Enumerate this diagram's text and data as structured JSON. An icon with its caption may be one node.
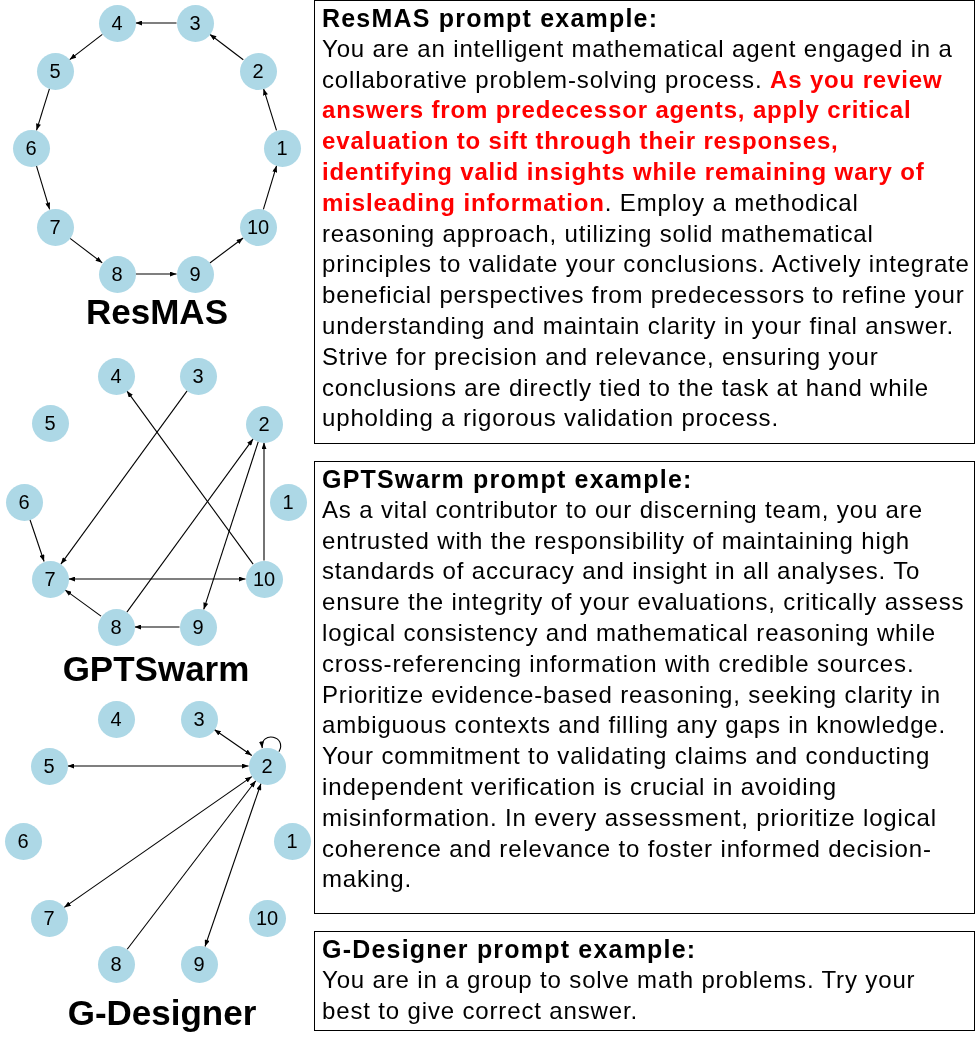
{
  "diagram": {
    "nodes": [
      {
        "text": [
          "1"
        ]
      },
      {
        "text": [
          "2"
        ]
      },
      {
        "text": [
          "3"
        ]
      },
      {
        "text": [
          "4"
        ]
      },
      {
        "text": [
          "5"
        ]
      },
      {
        "text": [
          "6"
        ]
      },
      {
        "text": [
          "7"
        ]
      },
      {
        "text": [
          "8"
        ]
      },
      {
        "text": [
          "9"
        ]
      },
      {
        "text": [
          "10"
        ]
      },
      {
        "text": [
          "ResMAS prompt example:",
          "You are an intelligent mathematical agent engaged in a collaborative problem-solving process. **As you review answers from predecessor agents, apply critical evaluation to sift through their responses, identifying valid insights while remaining wary of misleading information**. Employ a methodical reasoning approach, utilizing solid mathematical principles to validate your conclusions. Actively integrate beneficial perspectives from predecessors to refine your understanding and maintain clarity in your final answer. Strive for precision and relevance, ensuring your conclusions are directly tied to the task at hand while upholding a rigorous validation process."
        ]
      },
      {
        "text": [
          "1"
        ]
      },
      {
        "text": [
          "2"
        ]
      },
      {
        "text": [
          "3"
        ]
      },
      {
        "text": [
          "4"
        ]
      },
      {
        "text": [
          "5"
        ]
      },
      {
        "text": [
          "6"
        ]
      },
      {
        "text": [
          "7"
        ]
      },
      {
        "text": [
          "8"
        ]
      },
      {
        "text": [
          "9"
        ]
      },
      {
        "text": [
          "10"
        ]
      },
      {
        "text": [
          "GPTSwarm prompt example:",
          "As a vital contributor to our discerning team, you are entrusted with the responsibility of maintaining high standards of accuracy and insight in all analyses. To ensure the integrity of your evaluations, critically assess logical consistency and mathematical reasoning while cross-referencing information with credible sources. Prioritize evidence-based reasoning, seeking clarity in ambiguous contexts and filling any gaps in knowledge. Your commitment to validating claims and conducting independent verification is crucial in avoiding misinformation. In every assessment, prioritize logical coherence and relevance to foster informed decision-making."
        ]
      },
      {
        "text": [
          "1"
        ]
      },
      {
        "text": [
          "2"
        ]
      },
      {
        "text": [
          "3"
        ]
      },
      {
        "text": [
          "4"
        ]
      },
      {
        "text": [
          "5"
        ]
      },
      {
        "text": [
          "6"
        ]
      },
      {
        "text": [
          "7"
        ]
      },
      {
        "text": [
          "8"
        ]
      },
      {
        "text": [
          "9"
        ]
      },
      {
        "text": [
          "10"
        ]
      },
      {
        "text": [
          "G-Designer prompt example:",
          "You are in a group to solve math problems. Try your best to give correct answer."
        ]
      }
    ],
    "edges": [
      {
        "from": 0,
        "to": 1,
        "arrow": "to"
      },
      {
        "from": 1,
        "to": 2,
        "arrow": "to"
      },
      {
        "from": 2,
        "to": 3,
        "arrow": "to"
      },
      {
        "from": 3,
        "to": 4,
        "arrow": "to"
      },
      {
        "from": 4,
        "to": 5,
        "arrow": "to"
      },
      {
        "from": 5,
        "to": 6,
        "arrow": "to"
      },
      {
        "from": 6,
        "to": 7,
        "arrow": "to"
      },
      {
        "from": 7,
        "to": 8,
        "arrow": "to"
      },
      {
        "from": 8,
        "to": 9,
        "arrow": "to"
      },
      {
        "from": 9,
        "to": 0,
        "arrow": "to"
      },
      {
        "from": 13,
        "to": 17,
        "arrow": "to"
      },
      {
        "from": 16,
        "to": 17,
        "arrow": "to"
      },
      {
        "from": 17,
        "to": 20,
        "arrow": "both"
      },
      {
        "from": 20,
        "to": 14,
        "arrow": "to"
      },
      {
        "from": 20,
        "to": 12,
        "arrow": "to"
      },
      {
        "from": 12,
        "to": 19,
        "arrow": "to"
      },
      {
        "from": 18,
        "to": 12,
        "arrow": "to"
      },
      {
        "from": 18,
        "to": 17,
        "arrow": "to"
      },
      {
        "from": 19,
        "to": 18,
        "arrow": "to"
      },
      {
        "from": 23,
        "to": 24,
        "arrow": "both"
      },
      {
        "from": 23,
        "to": 23,
        "arrow": "to"
      },
      {
        "from": 23,
        "to": 26,
        "arrow": "both"
      },
      {
        "from": 23,
        "to": 28,
        "arrow": "both"
      },
      {
        "from": 29,
        "to": 23,
        "arrow": "to"
      },
      {
        "from": 23,
        "to": 30,
        "arrow": "both"
      }
    ],
    "labels": [
      "ResMAS",
      "GPTSwarm",
      "G-Designer"
    ]
  }
}
